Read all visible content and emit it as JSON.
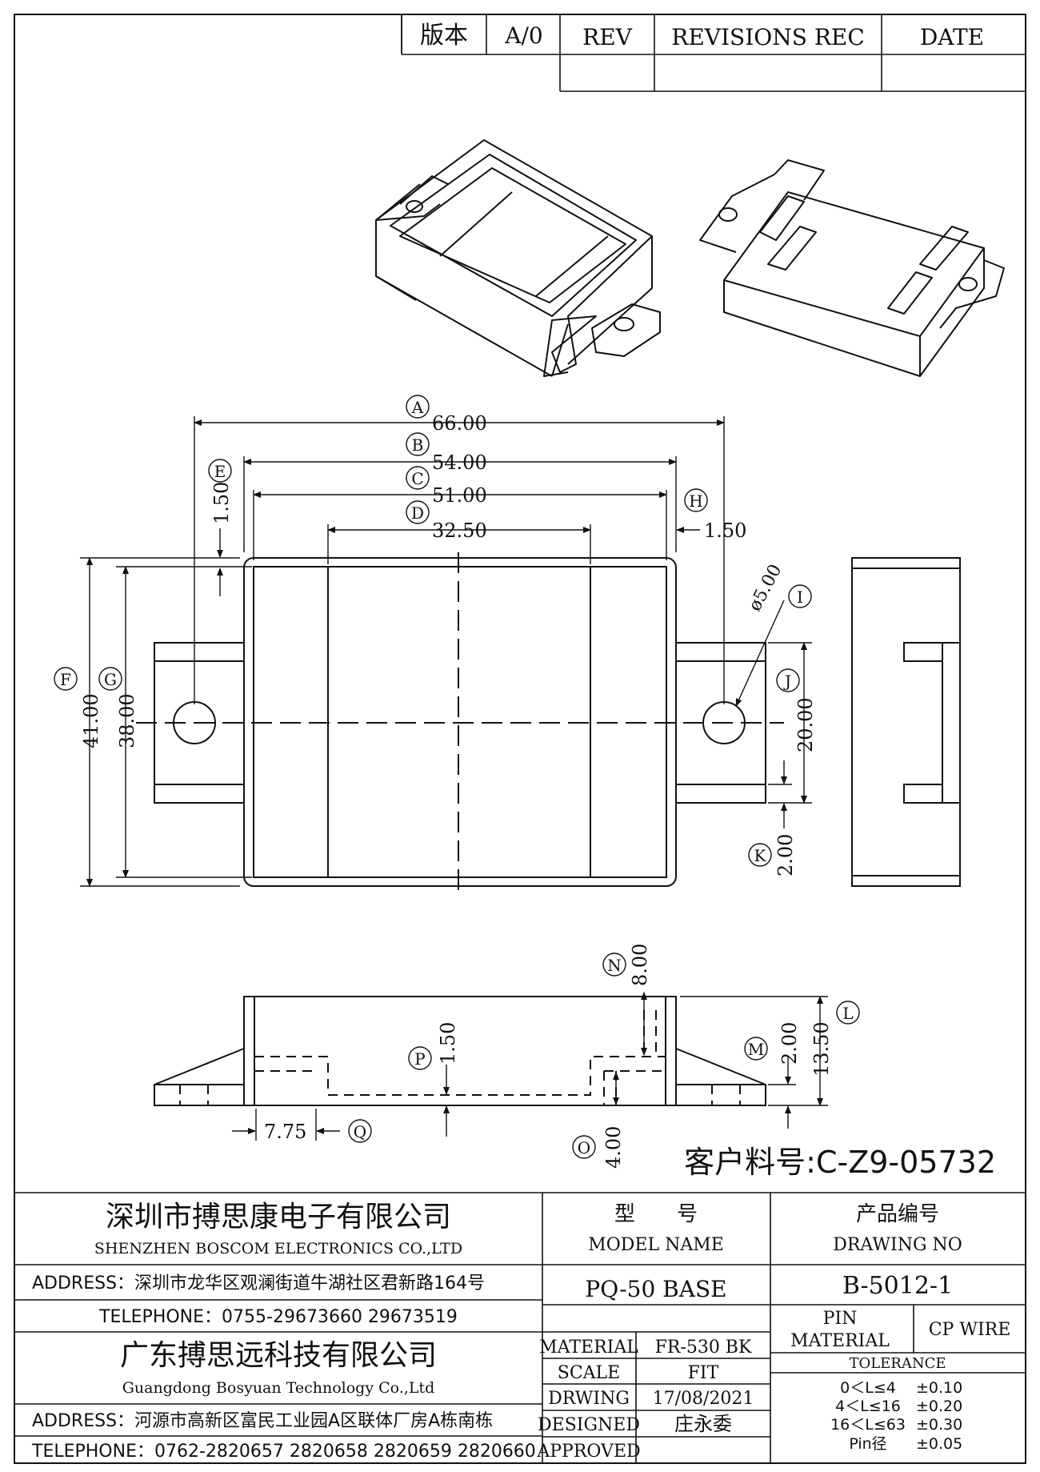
{
  "revision_table": {
    "version_label": "版本",
    "version_value": "A/0",
    "rev_header": "REV",
    "revisions_header": "REVISIONS REC",
    "date_header": "DATE"
  },
  "dimensions": {
    "A": {
      "label": "A",
      "value": "66.00"
    },
    "B": {
      "label": "B",
      "value": "54.00"
    },
    "C": {
      "label": "C",
      "value": "51.00"
    },
    "D": {
      "label": "D",
      "value": "32.50"
    },
    "E": {
      "label": "E",
      "value": "1.50"
    },
    "H": {
      "label": "H",
      "value": "1.50"
    },
    "I": {
      "label": "I",
      "value": "ø5.00"
    },
    "F": {
      "label": "F",
      "value": "41.00"
    },
    "G": {
      "label": "G",
      "value": "38.00"
    },
    "J": {
      "label": "J",
      "value": "20.00"
    },
    "K": {
      "label": "K",
      "value": "2.00"
    },
    "N": {
      "label": "N",
      "value": "8.00"
    },
    "L": {
      "label": "L",
      "value": "13.50"
    },
    "M": {
      "label": "M",
      "value": "2.00"
    },
    "P": {
      "label": "P",
      "value": "1.50"
    },
    "Q": {
      "label": "Q",
      "value": "7.75"
    },
    "O": {
      "label": "O",
      "value": "4.00"
    }
  },
  "customer_part_no": "客户料号:C-Z9-05732",
  "title_block": {
    "company1_cn": "深圳市搏思康电子有限公司",
    "company1_en": "SHENZHEN BOSCOM ELECTRONICS CO.,LTD",
    "address1": "ADDRESS：深圳市龙华区观澜街道牛湖社区君新路164号",
    "telephone1": "TELEPHONE：0755-29673660 29673519",
    "company2_cn": "广东搏思远科技有限公司",
    "company2_en": "Guangdong Bosyuan Technology Co.,Ltd",
    "address2": "ADDRESS：河源市高新区富民工业园A区联体厂房A栋南栋",
    "telephone2": "TELEPHONE：0762-2820657 2820658 2820659 2820660",
    "model_cn": "型　　号",
    "model_en": "MODEL NAME",
    "model_value": "PQ-50 BASE",
    "drawing_cn": "产品编号",
    "drawing_en": "DRAWING NO",
    "drawing_value": "B-5012-1",
    "material_label": "MATERIAL",
    "material_value": "FR-530 BK",
    "pin_material_label_1": "PIN",
    "pin_material_label_2": "MATERIAL",
    "pin_material_value": "CP WIRE",
    "scale_label": "SCALE",
    "scale_value": "FIT",
    "drawing_date_label": "DRWING",
    "drawing_date_value": "17/08/2021",
    "designed_label": "DESIGNED",
    "designed_value": "庄永委",
    "approved_label": "APPROVED",
    "approved_value": "",
    "tolerance_header": "TOLERANCE",
    "tolerances": [
      {
        "range": "0＜L≤4",
        "value": "±0.10"
      },
      {
        "range": "4＜L≤16",
        "value": "±0.20"
      },
      {
        "range": "16＜L≤63",
        "value": "±0.30"
      },
      {
        "range": "Pin径",
        "value": "±0.05"
      }
    ]
  }
}
